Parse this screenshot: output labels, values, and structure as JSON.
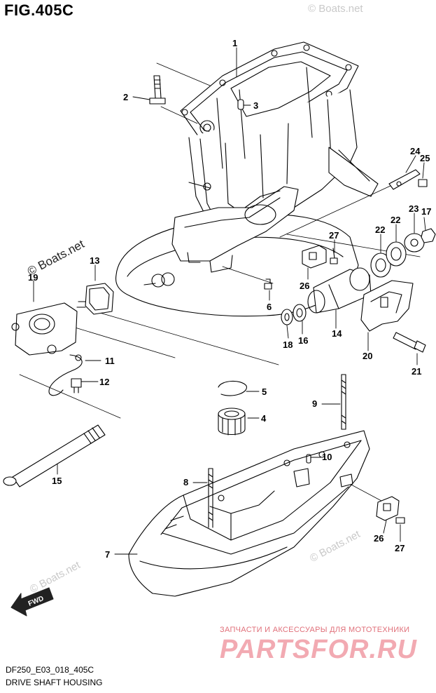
{
  "figure": {
    "title": "FIG.405C",
    "code": "DF250_E03_018_405C",
    "caption": "DRIVE SHAFT HOUSING"
  },
  "promo": {
    "tagline": "ЗАПЧАСТИ И АКСЕССУАРЫ ДЛЯ МОТОТЕХНИКИ",
    "logo": "PARTSFOR.RU"
  },
  "watermarks": [
    "© Boats.net",
    "© Boats.net",
    "© Boats.net",
    "© Boats.net"
  ],
  "fwd_label": "FWD",
  "callouts": [
    {
      "id": "1",
      "label": "1"
    },
    {
      "id": "2",
      "label": "2"
    },
    {
      "id": "3",
      "label": "3"
    },
    {
      "id": "4",
      "label": "4"
    },
    {
      "id": "5",
      "label": "5"
    },
    {
      "id": "6",
      "label": "6"
    },
    {
      "id": "7",
      "label": "7"
    },
    {
      "id": "8",
      "label": "8"
    },
    {
      "id": "9",
      "label": "9"
    },
    {
      "id": "10",
      "label": "10"
    },
    {
      "id": "11",
      "label": "11"
    },
    {
      "id": "12",
      "label": "12"
    },
    {
      "id": "13",
      "label": "13"
    },
    {
      "id": "14",
      "label": "14"
    },
    {
      "id": "15",
      "label": "15"
    },
    {
      "id": "16",
      "label": "16"
    },
    {
      "id": "17",
      "label": "17"
    },
    {
      "id": "18",
      "label": "18"
    },
    {
      "id": "19",
      "label": "19"
    },
    {
      "id": "20",
      "label": "20"
    },
    {
      "id": "21",
      "label": "21"
    },
    {
      "id": "22a",
      "label": "22"
    },
    {
      "id": "22b",
      "label": "22"
    },
    {
      "id": "23",
      "label": "23"
    },
    {
      "id": "24",
      "label": "24"
    },
    {
      "id": "25",
      "label": "25"
    },
    {
      "id": "26a",
      "label": "26"
    },
    {
      "id": "26b",
      "label": "26"
    },
    {
      "id": "27a",
      "label": "27"
    },
    {
      "id": "27b",
      "label": "27"
    }
  ]
}
